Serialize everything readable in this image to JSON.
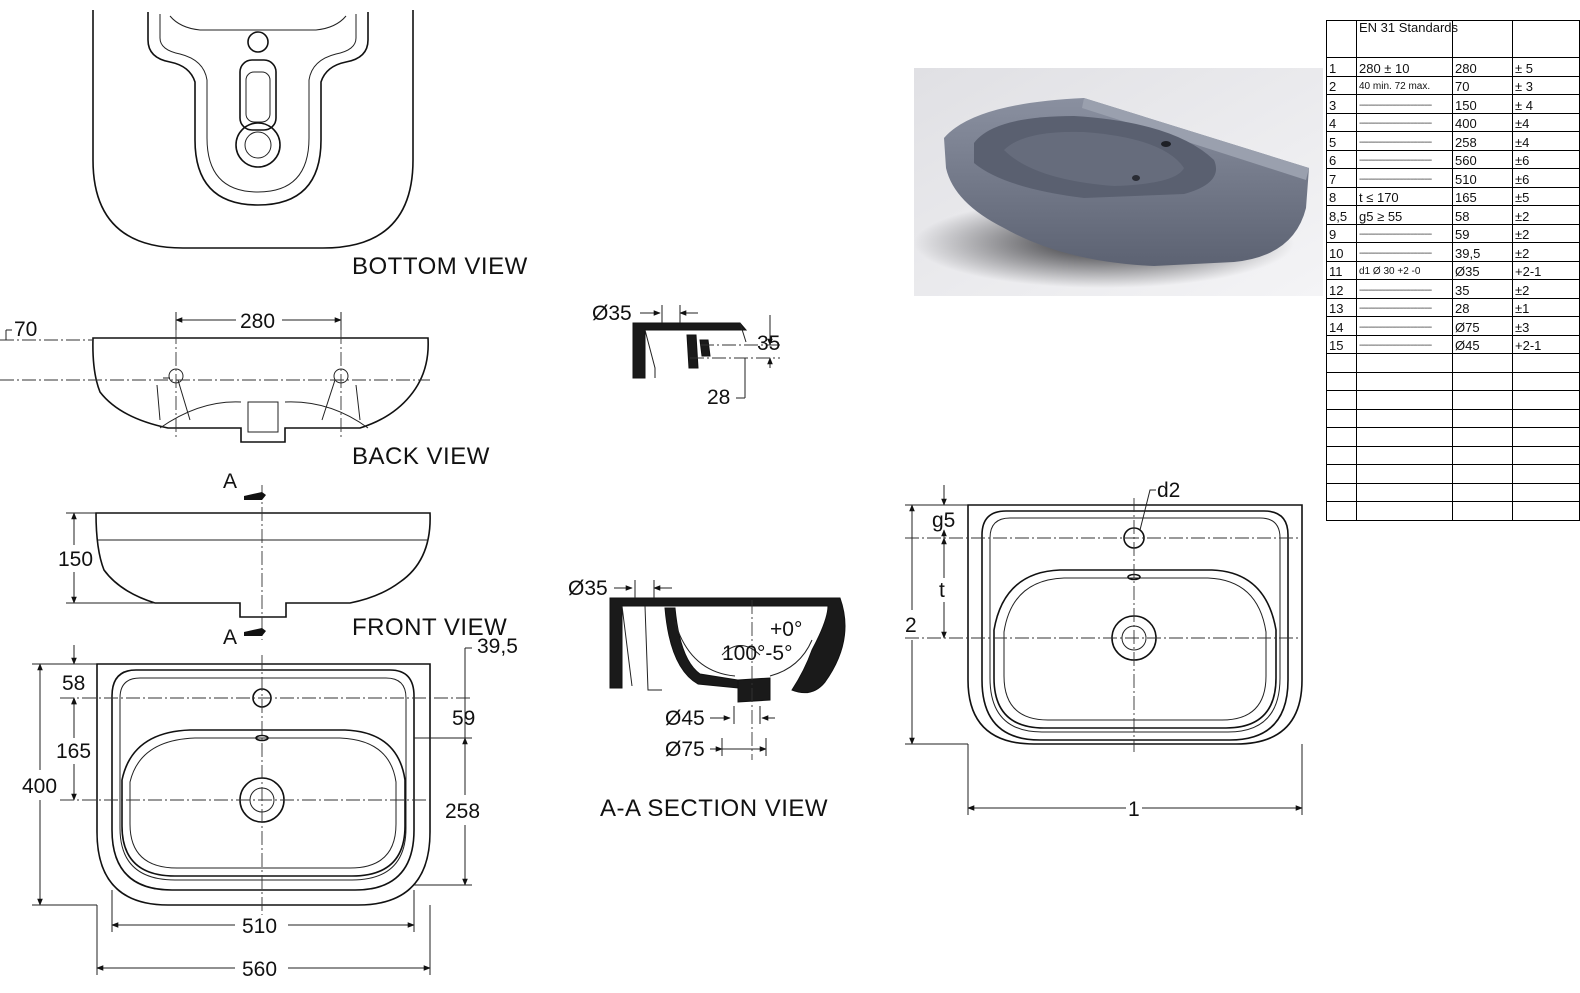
{
  "views": {
    "bottom": "BOTTOM VIEW",
    "back": "BACK VIEW",
    "front": "FRONT VIEW",
    "section": "A-A SECTION  VIEW"
  },
  "section_markers": {
    "top": "A",
    "bottom": "A"
  },
  "dimensions": {
    "back_280": "280",
    "back_70": "70",
    "front_150": "150",
    "top_560": "560",
    "top_510": "510",
    "top_400": "400",
    "top_165": "165",
    "top_58": "58",
    "top_258": "258",
    "top_59": "59",
    "top_39_5": "39,5",
    "detail_d35": "Ø35",
    "detail_35": "35",
    "detail_28": "28",
    "section_d35": "Ø35",
    "section_d45": "Ø45",
    "section_d75": "Ø75",
    "section_angle_top": "+0°",
    "section_angle": "100°-5°",
    "ref_d2": "d2",
    "ref_g5": "g5",
    "ref_t": "t",
    "ref_2": "2",
    "ref_1": "1"
  },
  "standards_table": {
    "header": "EN 31 Standards",
    "rows": [
      {
        "no": "1",
        "standard": "280 ± 10",
        "value": "280",
        "tol": "± 5"
      },
      {
        "no": "2",
        "standard": "40 min.  72 max.",
        "value": "70",
        "tol": "± 3"
      },
      {
        "no": "3",
        "standard": "",
        "value": "150",
        "tol": "± 4"
      },
      {
        "no": "4",
        "standard": "",
        "value": "400",
        "tol": "±4"
      },
      {
        "no": "5",
        "standard": "",
        "value": "258",
        "tol": "±4"
      },
      {
        "no": "6",
        "standard": "",
        "value": "560",
        "tol": "±6"
      },
      {
        "no": "7",
        "standard": "",
        "value": "510",
        "tol": "±6"
      },
      {
        "no": "8",
        "standard": "t ≤ 170",
        "value": "165",
        "tol": "±5"
      },
      {
        "no": "8,5",
        "standard": "g5  ≥  55",
        "value": "58",
        "tol": "±2"
      },
      {
        "no": "9",
        "standard": "",
        "value": "59",
        "tol": "±2"
      },
      {
        "no": "10",
        "standard": "",
        "value": "39,5",
        "tol": "±2"
      },
      {
        "no": "11",
        "standard": "d1     Ø 30 +2 -0",
        "value": "Ø35",
        "tol": "+2-1"
      },
      {
        "no": "12",
        "standard": "",
        "value": "35",
        "tol": "±2"
      },
      {
        "no": "13",
        "standard": "",
        "value": "28",
        "tol": "±1"
      },
      {
        "no": "14",
        "standard": "",
        "value": "Ø75",
        "tol": "±3"
      },
      {
        "no": "15",
        "standard": "",
        "value": "Ø45",
        "tol": "+2-1"
      }
    ],
    "empty_rows": 9
  },
  "colors": {
    "render_basin": "#6e7585",
    "render_background": "#ececee",
    "render_shadow": "#2a2a2e"
  }
}
